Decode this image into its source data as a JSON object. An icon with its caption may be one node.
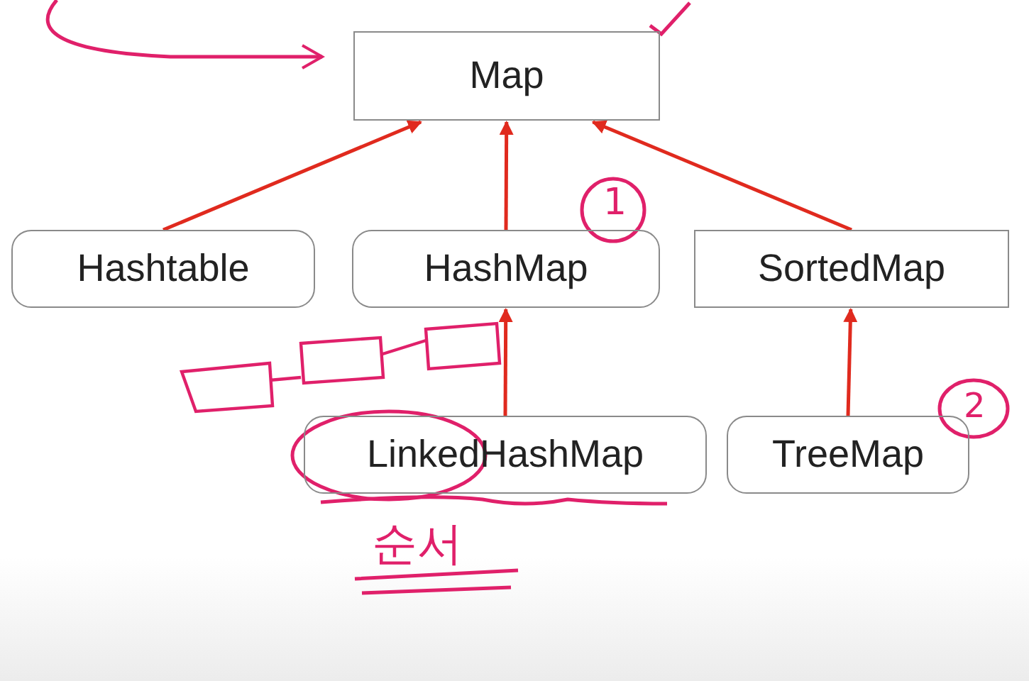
{
  "diagram": {
    "nodes": [
      {
        "text": [
          "Map"
        ]
      },
      {
        "text": [
          "Hashtable"
        ]
      },
      {
        "text": [
          "HashMap"
        ]
      },
      {
        "text": [
          "SortedMap"
        ]
      },
      {
        "text": [
          "LinkedHashMap"
        ]
      },
      {
        "text": [
          "TreeMap"
        ]
      }
    ],
    "edges": [
      {
        "from": 1,
        "to": 0,
        "arrow": "to"
      },
      {
        "from": 2,
        "to": 0,
        "arrow": "to"
      },
      {
        "from": 3,
        "to": 0,
        "arrow": "to"
      },
      {
        "from": 4,
        "to": 2,
        "arrow": "to"
      },
      {
        "from": 5,
        "to": 3,
        "arrow": "to"
      },
      {
        "from": null,
        "to": 0,
        "arrow": "to",
        "color": "#e0206a"
      }
    ],
    "labels": [
      "1",
      "2",
      "순서"
    ]
  }
}
